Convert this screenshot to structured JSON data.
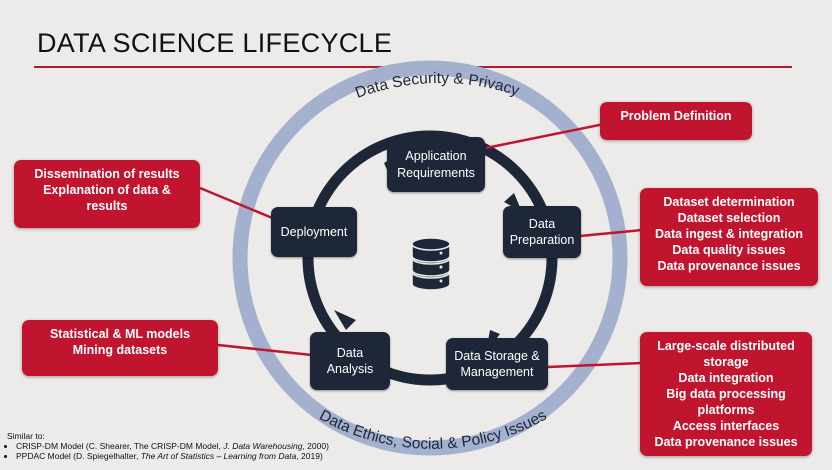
{
  "title": "DATA SCIENCE LIFECYCLE",
  "ring_labels": {
    "top": "Data Security & Privacy",
    "bottom": "Data Ethics, Social & Policy Issues"
  },
  "center_icon": "database-icon",
  "colors": {
    "accent_red": "#c1152f",
    "node_dark": "#1e2738",
    "ring_blue": "#a3b1cf"
  },
  "nodes": {
    "application": "Application\nRequirements",
    "preparation": "Data\nPreparation",
    "storage": "Data Storage &\nManagement",
    "analysis": "Data\nAnalysis",
    "deployment": "Deployment"
  },
  "callouts": {
    "problem": [
      "Problem Definition"
    ],
    "dissemination": [
      "Dissemination of results",
      "Explanation of data &",
      "results"
    ],
    "dataset": [
      "Dataset determination",
      "Dataset selection",
      "Data ingest & integration",
      "Data quality issues",
      "Data provenance issues"
    ],
    "models": [
      "Statistical & ML models",
      "Mining datasets"
    ],
    "large": [
      "Large-scale distributed",
      "storage",
      "Data integration",
      "Big data processing",
      "platforms",
      "Access interfaces",
      "Data provenance issues"
    ]
  },
  "footer": {
    "heading": "Similar to:",
    "items": [
      {
        "pre": "CRISP-DM Model (C. Shearer, The CRISP-DM Model, ",
        "em": "J. Data Warehousing",
        "post": ", 2000)"
      },
      {
        "pre": "PPDAC Model (D. Spiegelhalter, ",
        "em": "The Art of Statistics – Learning from Data",
        "post": ", 2019)"
      }
    ]
  }
}
